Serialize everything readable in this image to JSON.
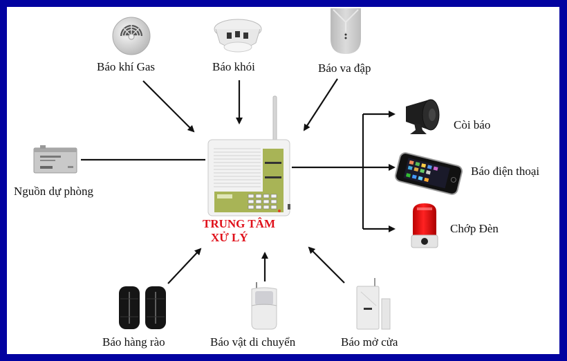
{
  "frame": {
    "border_color": "#0202A0",
    "background": "#ffffff"
  },
  "hub": {
    "label_line1": "TRUNG TÂM",
    "label_line2": "XỬ LÝ",
    "label_color": "#e0101a"
  },
  "inputs": [
    {
      "id": "gas",
      "label": "Báo khí Gas",
      "icon": "gas-detector-icon"
    },
    {
      "id": "smoke",
      "label": "Báo khói",
      "icon": "smoke-detector-icon"
    },
    {
      "id": "shock",
      "label": "Báo va đập",
      "icon": "shock-sensor-icon"
    },
    {
      "id": "backup",
      "label": "Nguồn dự phòng",
      "icon": "battery-icon"
    },
    {
      "id": "fence",
      "label": "Báo hàng rào",
      "icon": "beam-fence-sensor-icon"
    },
    {
      "id": "motion",
      "label": "Báo vật di chuyển",
      "icon": "motion-sensor-icon"
    },
    {
      "id": "door",
      "label": "Báo mở cửa",
      "icon": "door-contact-icon"
    }
  ],
  "outputs": [
    {
      "id": "siren",
      "label": "Còi báo",
      "icon": "siren-horn-icon"
    },
    {
      "id": "phone",
      "label": "Báo điện thoại",
      "icon": "smartphone-icon"
    },
    {
      "id": "strobe",
      "label": "Chớp Đèn",
      "icon": "strobe-light-icon"
    }
  ]
}
